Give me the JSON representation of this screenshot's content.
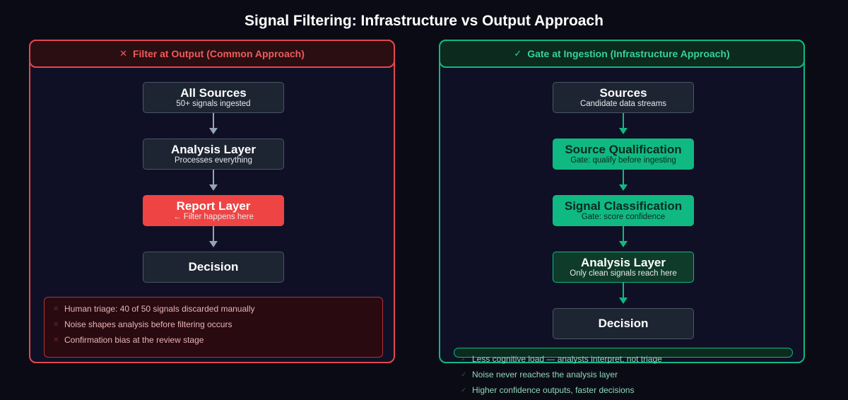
{
  "title": "Signal Filtering: Infrastructure vs Output Approach",
  "left": {
    "header_icon": "✕",
    "header": "Filter at Output  (Common Approach)",
    "nodes": [
      {
        "title": "All Sources",
        "subtitle": "50+ signals ingested"
      },
      {
        "title": "Analysis Layer",
        "subtitle": "Processes everything"
      },
      {
        "title": "Report Layer",
        "subtitle": "← Filter happens here"
      },
      {
        "title": "Decision",
        "subtitle": ""
      }
    ],
    "notes": [
      "Human triage: 40 of 50 signals discarded manually",
      "Noise shapes analysis before filtering occurs",
      "Confirmation bias at the review stage"
    ],
    "note_icon": "✕"
  },
  "right": {
    "header_icon": "✓",
    "header": "Gate at Ingestion  (Infrastructure Approach)",
    "nodes": [
      {
        "title": "Sources",
        "subtitle": "Candidate data streams"
      },
      {
        "title": "Source Qualification",
        "subtitle": "Gate: qualify before ingesting"
      },
      {
        "title": "Signal Classification",
        "subtitle": "Gate: score confidence"
      },
      {
        "title": "Analysis Layer",
        "subtitle": "Only clean signals reach here"
      },
      {
        "title": "Decision",
        "subtitle": ""
      }
    ],
    "notes": [
      "Less cognitive load — analysts interpret, not triage",
      "Noise never reaches the analysis layer",
      "Higher confidence outputs, faster decisions"
    ],
    "note_icon": "✓"
  },
  "colors": {
    "background": "#0b0b16",
    "left_accent": "#ef4444",
    "right_accent": "#10b981"
  }
}
